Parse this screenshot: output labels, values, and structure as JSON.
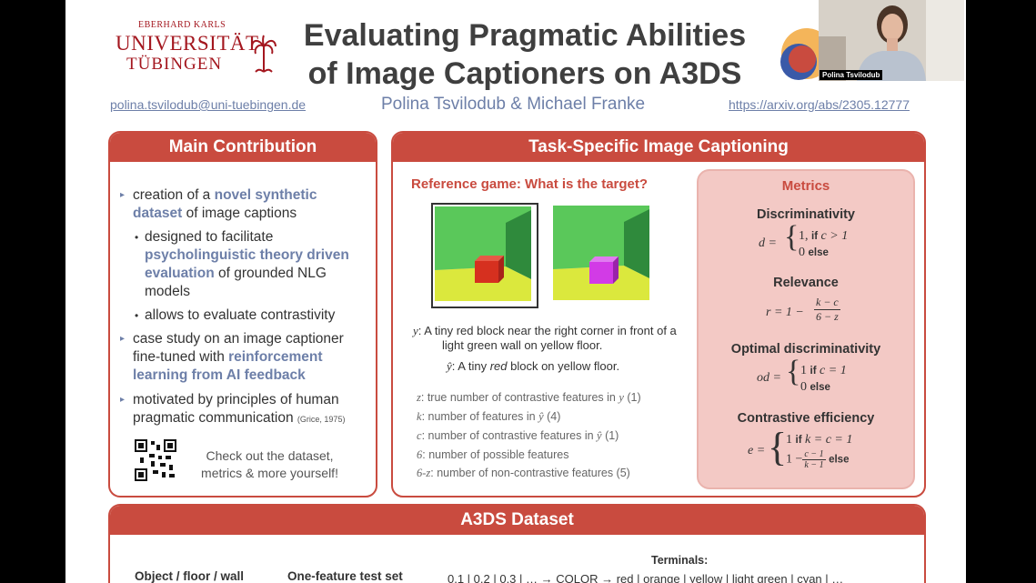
{
  "logo": {
    "line1": "EBERHARD KARLS",
    "line2": "UNIVERSITÄT",
    "line3": "TÜBINGEN"
  },
  "title": {
    "line1": "Evaluating Pragmatic Abilities",
    "line2": "of Image Captioners on A3DS"
  },
  "email": "polina.tsvilodub@uni-tuebingen.de",
  "authors": "Polina Tsvilodub  & Michael Franke",
  "arxiv": "https://arxiv.org/abs/2305.12777",
  "contribution": {
    "heading": "Main Contribution",
    "b1_pre": "creation of a ",
    "b1_hl": "novel synthetic dataset",
    "b1_post": " of image captions",
    "s1_pre": "designed to facilitate ",
    "s1_hl": "psycholinguistic theory driven evaluation",
    "s1_post": " of grounded NLG models",
    "s2": "allows to evaluate contrastivity",
    "b2_pre": "case study on an image captioner fine-tuned with ",
    "b2_hl": "reinforcement learning from AI feedback",
    "b3_pre": "motivated by principles of human pragmatic communication ",
    "b3_cite": "(Grice, 1975)",
    "qr_text": "Check out the dataset, metrics & more yourself!"
  },
  "task": {
    "heading": "Task-Specific Image Captioning",
    "refgame": "Reference game: What is the target?",
    "y_label": "y",
    "y_caption": ": A tiny red block near the right corner in front of a light green wall on yellow floor.",
    "yhat_label": "ŷ",
    "yhat_pre": ": A tiny ",
    "yhat_em": "red",
    "yhat_post": " block on yellow floor.",
    "legend": [
      {
        "v": "z",
        "t": ": true number of contrastive features in ",
        "s": "y",
        "n": " (1)"
      },
      {
        "v": "k",
        "t": ": number of features in ",
        "s": "ŷ",
        "n": " (4)"
      },
      {
        "v": "c",
        "t": ": number of contrastive features in ",
        "s": "ŷ",
        "n": " (1)"
      },
      {
        "v": "6",
        "t": ": number of possible features",
        "s": "",
        "n": ""
      },
      {
        "v": "6-z",
        "t": ": number of non-contrastive features (5)",
        "s": "",
        "n": ""
      }
    ],
    "colors": {
      "target_block": "#d6301f",
      "distractor_block": "#d23be6",
      "wall": "#5ac85a",
      "floor": "#dbe83d",
      "sky": "#5fb3e8"
    }
  },
  "metrics": {
    "heading": "Metrics",
    "m1": "Discriminativity",
    "m2": "Relevance",
    "m3": "Optimal discriminativity",
    "m4": "Contrastive efficiency",
    "f1_lhs": "d =",
    "f1_a": "1, ",
    "f1_if": "if",
    "f1_cond": " c > 1",
    "f1_b": "0 ",
    "f1_else": "else",
    "f2_lhs": "r = 1 −",
    "f2_num": "k − c",
    "f2_den": "6 − z",
    "f3_lhs": "od =",
    "f3_a": "1 ",
    "f3_if": "if",
    "f3_cond": " c = 1",
    "f3_b": "0 ",
    "f3_else": "else",
    "f4_lhs": "e =",
    "f4_a": "1 ",
    "f4_if": "if",
    "f4_cond": " k = c = 1",
    "f4_b": "1 −",
    "f4_num": "c − 1",
    "f4_den": "k − 1",
    "f4_else": "else"
  },
  "dataset": {
    "heading": "A3DS Dataset",
    "col1": "Object / floor / wall",
    "col2": "One-feature test set",
    "terminals_label": "Terminals:",
    "terminals": "0.1 | 0.2 | 0.3 | … → COLOR → red | orange | yellow | light green | cyan | …"
  },
  "webcam": {
    "name": "Polina Tsvilodub"
  }
}
